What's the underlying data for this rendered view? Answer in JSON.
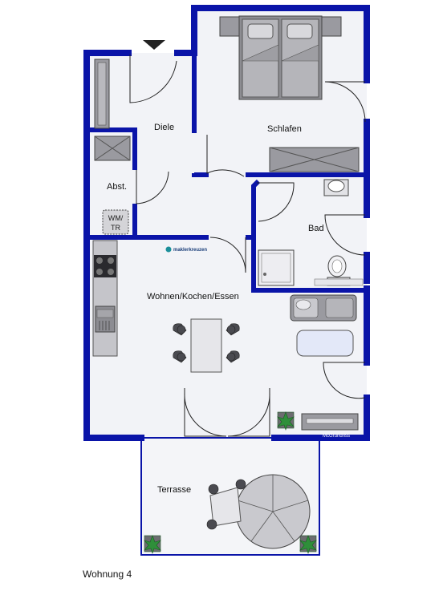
{
  "rooms": {
    "diele": "Diele",
    "schlafen": "Schlafen",
    "abst": "Abst.",
    "bad": "Bad",
    "wohnen": "Wohnen/Kochen/Essen",
    "terrasse": "Terrasse"
  },
  "labels": {
    "wm_line1": "WM/",
    "wm_line2": "TR",
    "brand": "maklerkreuzen",
    "credit": "McGrundriss",
    "unit_title": "Wohnung 4"
  },
  "colors": {
    "wall": "#0a14a8",
    "floor": "#f2f3f7",
    "furniture": "#a9a9ad",
    "furniture_dark": "#6e6e72",
    "bathtub": "#e3e8f8",
    "plant": "#2f8f3a"
  },
  "icons": {
    "entrance": "entrance-arrow-icon",
    "plant": "plant-icon"
  }
}
